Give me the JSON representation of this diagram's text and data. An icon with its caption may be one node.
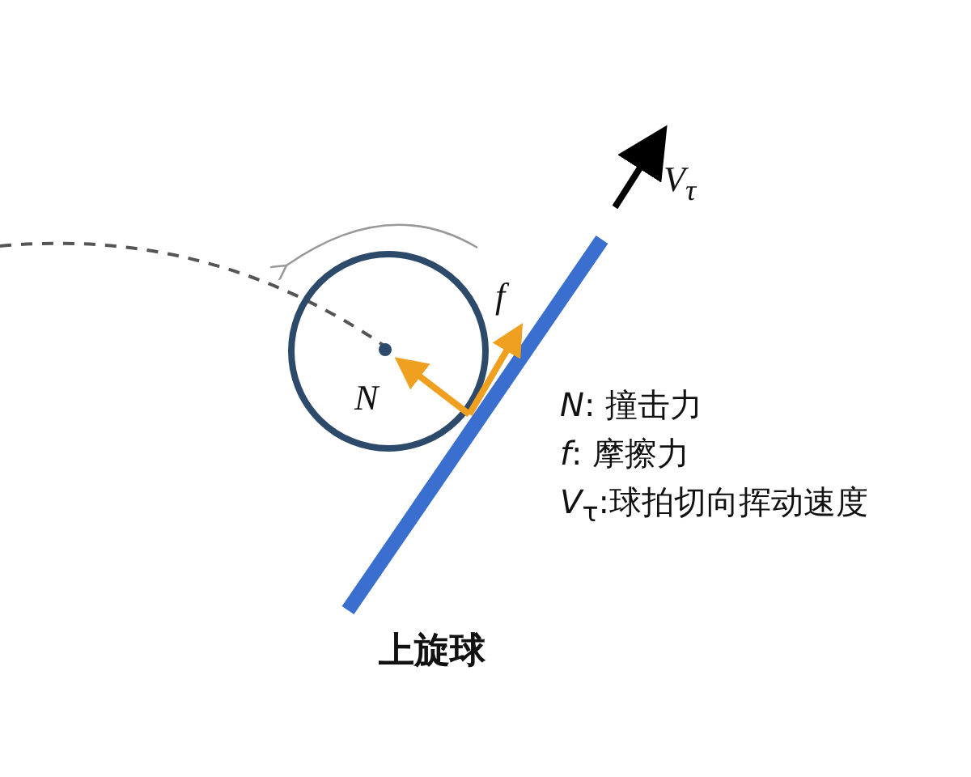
{
  "diagram": {
    "caption": "上旋球",
    "labels": [
      "V$_{τ}$",
      "f",
      "N",
      "*N*: 撞击力",
      "*f*: 摩擦力",
      "*V*$_{τ}$:球拍切向挥动速度"
    ]
  }
}
